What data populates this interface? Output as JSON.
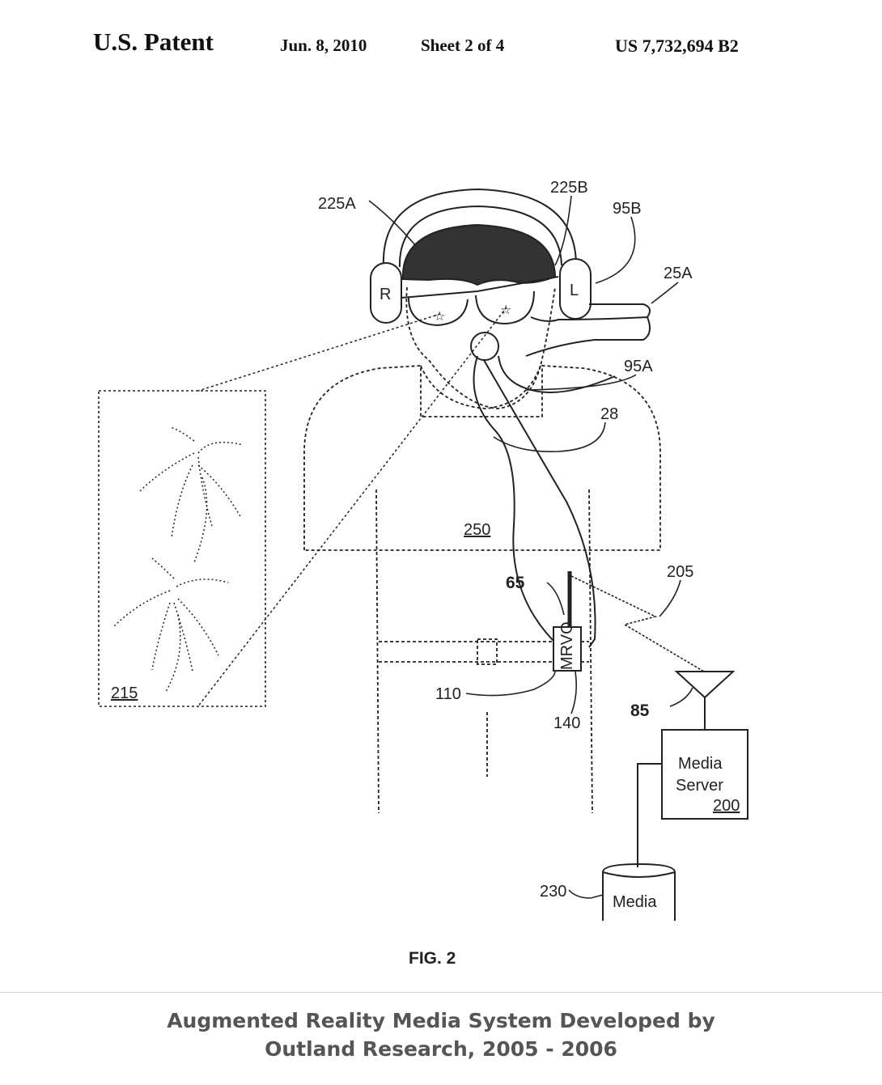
{
  "header": {
    "title": "U.S. Patent",
    "date": "Jun. 8, 2010",
    "sheet": "Sheet 2 of 4",
    "number": "US 7,732,694 B2"
  },
  "diagram": {
    "labels": {
      "l225A": "225A",
      "l225B": "225B",
      "l95B": "95B",
      "l25A": "25A",
      "l95A": "95A",
      "l28": "28",
      "l250": "250",
      "l65": "65",
      "l205": "205",
      "l110": "110",
      "l140": "140",
      "l85": "85",
      "l215": "215",
      "l230": "230",
      "earR": "R",
      "earL": "L",
      "mrvo": "MRVO",
      "server_line1": "Media",
      "server_line2": "Server",
      "server_num": "200",
      "media": "Media"
    },
    "figure": "FIG. 2"
  },
  "caption": {
    "line1": "Augmented Reality Media System Developed by",
    "line2": "Outland Research, 2005 - 2006"
  }
}
